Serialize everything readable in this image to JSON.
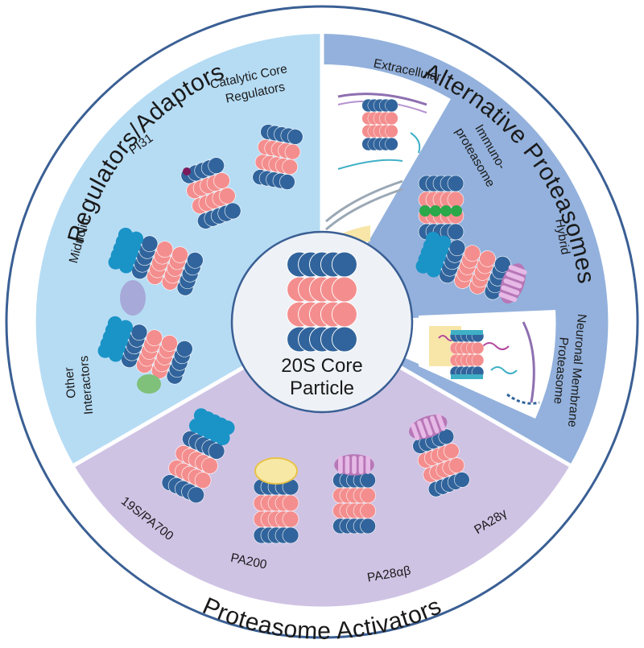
{
  "ring_titles": {
    "regulators": "Regulators/Adaptors",
    "alternative": "Alternative Proteasomes",
    "activators": "Proteasome Activators"
  },
  "center": {
    "line1": "20S Core",
    "line2": "Particle"
  },
  "regulators": {
    "catalytic_line1": "Catalytic Core",
    "catalytic_line2": "Regulators",
    "pi31": "PI31",
    "midnolin": "Midnolin",
    "other_line1": "Other",
    "other_line2": "Interactors"
  },
  "alternative": {
    "extracellular": "Extracellular",
    "immuno_line1": "Immuno-",
    "immuno_line2": "proteasome",
    "hybrid": "Hybrid",
    "neuronal_line1": "Neuronal Membrane",
    "neuronal_line2": "Proteasome"
  },
  "activators": {
    "s19": "19S/PA700",
    "pa200": "PA200",
    "pa28ab": "PA28αβ",
    "pa28g": "PA28γ"
  },
  "colors": {
    "regulators_bg": "#b6dcf4",
    "alternative_bg": "#93b1dc",
    "activators_bg": "#cfc3e4",
    "alpha_ring": "#31649c",
    "beta_ring": "#f48e8e",
    "cap_19s": "#1a94c7",
    "pa28": "#b777b7",
    "pa200": "#f7e9a5",
    "immuno": "#2aa84a"
  }
}
